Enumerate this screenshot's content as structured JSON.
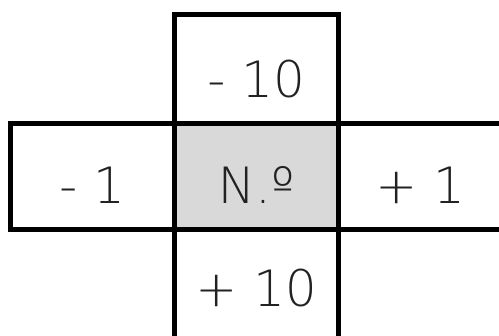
{
  "diagram": {
    "cells": {
      "top": "- 10",
      "left": "- 1",
      "center": "N.º",
      "right": "+ 1",
      "bottom": "+ 10"
    },
    "colors": {
      "border": "#000000",
      "background": "#ffffff",
      "center_fill": "#d9d9d9",
      "text": "#222222"
    }
  }
}
